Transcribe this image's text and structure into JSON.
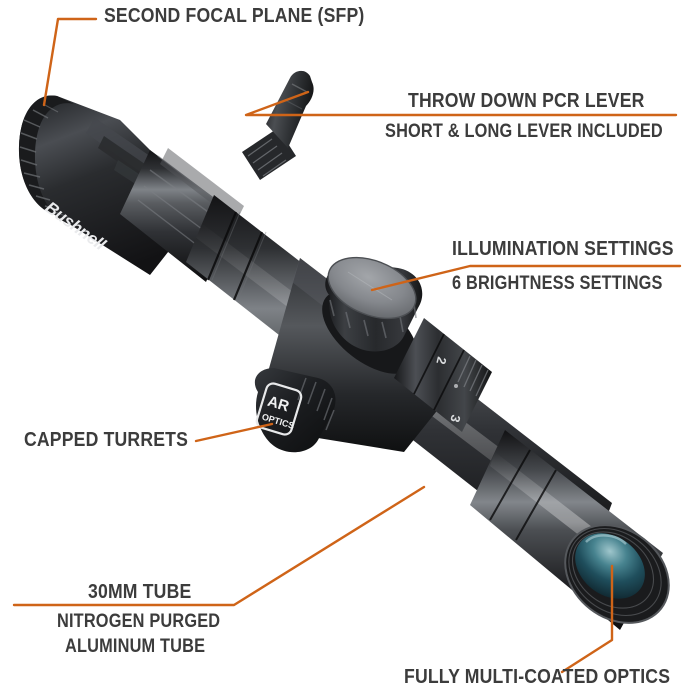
{
  "product": {
    "brand": "Bushnell",
    "badge_line1": "AR",
    "badge_line2": "OPTICS",
    "power_ring_marks": [
      "2",
      "3"
    ]
  },
  "colors": {
    "accent": "#cf6418",
    "text": "#3c3c3c",
    "background": "#ffffff",
    "body_dark": "#1b1b1d",
    "body_mid": "#3d3f42",
    "body_light": "#6e7175",
    "knob_top": "#8d9094",
    "lens_coating": "#2f6f7e"
  },
  "callouts": [
    {
      "id": "second-focal-plane",
      "title": "SECOND FOCAL PLANE (SFP)",
      "subtitle": ""
    },
    {
      "id": "throw-down-lever",
      "title": "THROW DOWN PCR LEVER",
      "subtitle": "SHORT & LONG LEVER INCLUDED"
    },
    {
      "id": "illumination",
      "title": "ILLUMINATION SETTINGS",
      "subtitle": "6 BRIGHTNESS SETTINGS"
    },
    {
      "id": "capped-turrets",
      "title": "CAPPED TURRETS",
      "subtitle": ""
    },
    {
      "id": "tube",
      "title": "30MM TUBE",
      "subtitle_line1": "NITROGEN PURGED",
      "subtitle_line2": "ALUMINUM TUBE"
    },
    {
      "id": "optics",
      "title": "FULLY MULTI-COATED OPTICS",
      "subtitle": ""
    }
  ]
}
